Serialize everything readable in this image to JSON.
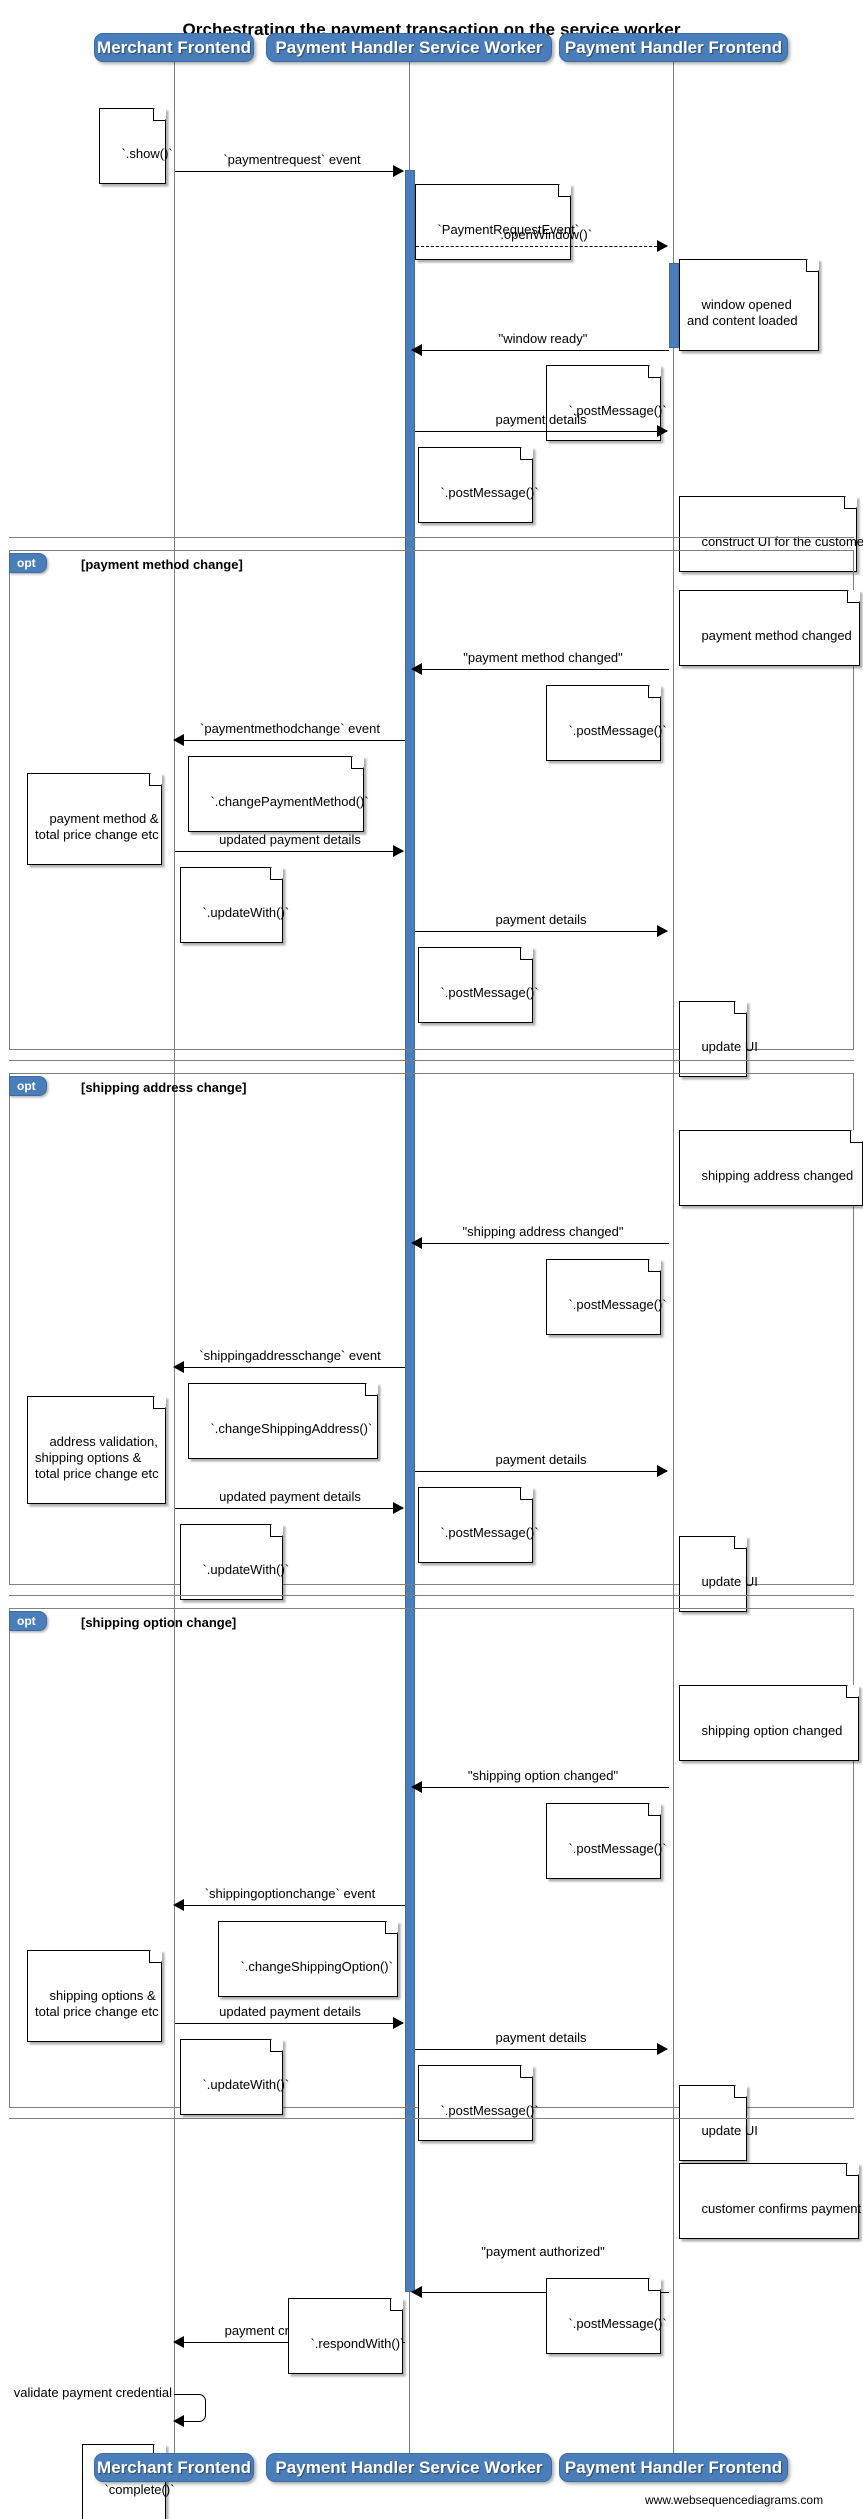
{
  "title": "Orchestrating the payment transaction on the service worker",
  "credit": "www.websequencediagrams.com",
  "colors": {
    "actor_fill": "#4a7ebb",
    "actor_stroke": "#3b6ba5",
    "lifeline": "#808080",
    "fragment_border": "#808080",
    "note_fill": "#ffffff",
    "line": "#000000"
  },
  "actors": [
    {
      "id": "merchant",
      "label": "Merchant Frontend"
    },
    {
      "id": "sw",
      "label": "Payment Handler Service Worker"
    },
    {
      "id": "phf",
      "label": "Payment Handler Frontend"
    }
  ],
  "actors_bottom": [
    {
      "id": "merchant",
      "label": "Merchant Frontend"
    },
    {
      "id": "sw",
      "label": "Payment Handler Service Worker"
    },
    {
      "id": "phf",
      "label": "Payment Handler Frontend"
    }
  ],
  "fragments": [
    {
      "id": "opt1",
      "keyword": "opt",
      "condition": "[payment method change]"
    },
    {
      "id": "opt2",
      "keyword": "opt",
      "condition": "[shipping address change]"
    },
    {
      "id": "opt3",
      "keyword": "opt",
      "condition": "[shipping option change]"
    }
  ],
  "messages": [
    {
      "id": "m1",
      "label": "`paymentrequest` event",
      "from": "merchant",
      "to": "sw",
      "style": "solid"
    },
    {
      "id": "m2",
      "label": "`.openWindow()`",
      "from": "sw",
      "to": "phf",
      "style": "dashed"
    },
    {
      "id": "m3",
      "label": "\"window ready\"",
      "from": "phf",
      "to": "sw",
      "style": "solid"
    },
    {
      "id": "m4",
      "label": "payment details",
      "from": "sw",
      "to": "phf",
      "style": "solid"
    },
    {
      "id": "m5",
      "label": "\"payment method changed\"",
      "from": "phf",
      "to": "sw",
      "style": "solid"
    },
    {
      "id": "m6",
      "label": "`paymentmethodchange` event",
      "from": "sw",
      "to": "merchant",
      "style": "solid"
    },
    {
      "id": "m7",
      "label": "updated payment details",
      "from": "merchant",
      "to": "sw",
      "style": "solid"
    },
    {
      "id": "m8",
      "label": "payment details",
      "from": "sw",
      "to": "phf",
      "style": "solid"
    },
    {
      "id": "m9",
      "label": "\"shipping address changed\"",
      "from": "phf",
      "to": "sw",
      "style": "solid"
    },
    {
      "id": "m10",
      "label": "`shippingaddresschange` event",
      "from": "sw",
      "to": "merchant",
      "style": "solid"
    },
    {
      "id": "m11",
      "label": "updated payment details",
      "from": "merchant",
      "to": "sw",
      "style": "solid"
    },
    {
      "id": "m12",
      "label": "payment details",
      "from": "sw",
      "to": "phf",
      "style": "solid"
    },
    {
      "id": "m13",
      "label": "\"shipping option changed\"",
      "from": "phf",
      "to": "sw",
      "style": "solid"
    },
    {
      "id": "m14",
      "label": "`shippingoptionchange` event",
      "from": "sw",
      "to": "merchant",
      "style": "solid"
    },
    {
      "id": "m15",
      "label": "updated payment details",
      "from": "merchant",
      "to": "sw",
      "style": "solid"
    },
    {
      "id": "m16",
      "label": "payment details",
      "from": "sw",
      "to": "phf",
      "style": "solid"
    },
    {
      "id": "m17",
      "label": "\"payment authorized\"",
      "from": "phf",
      "to": "sw",
      "style": "solid"
    },
    {
      "id": "m18",
      "label": "payment credential etc",
      "from": "sw",
      "to": "merchant",
      "style": "solid"
    },
    {
      "id": "m19",
      "label": "validate payment credential",
      "from": "merchant",
      "to": "merchant",
      "style": "self"
    }
  ],
  "notes": [
    {
      "id": "n1",
      "text": "`.show()`"
    },
    {
      "id": "n2",
      "text": "`PaymentRequestEvent`"
    },
    {
      "id": "n3",
      "text": "window opened\nand content loaded"
    },
    {
      "id": "n4",
      "text": "`.postMessage()`"
    },
    {
      "id": "n5",
      "text": "`.postMessage()`"
    },
    {
      "id": "n6",
      "text": "construct UI for the customer"
    },
    {
      "id": "n7",
      "text": "payment method changed"
    },
    {
      "id": "n8",
      "text": "`.postMessage()`"
    },
    {
      "id": "n9",
      "text": "`.changePaymentMethod()`"
    },
    {
      "id": "n10",
      "text": "payment method &\ntotal price change etc"
    },
    {
      "id": "n11",
      "text": "`.updateWith()`"
    },
    {
      "id": "n12",
      "text": "`.postMessage()`"
    },
    {
      "id": "n13",
      "text": "update UI"
    },
    {
      "id": "n14",
      "text": "shipping address changed"
    },
    {
      "id": "n15",
      "text": "`.postMessage()`"
    },
    {
      "id": "n16",
      "text": "`.changeShippingAddress()`"
    },
    {
      "id": "n17",
      "text": "address validation,\nshipping options &\ntotal price change etc"
    },
    {
      "id": "n18",
      "text": "`.updateWith()`"
    },
    {
      "id": "n19",
      "text": "`.postMessage()`"
    },
    {
      "id": "n20",
      "text": "update UI"
    },
    {
      "id": "n21",
      "text": "shipping option changed"
    },
    {
      "id": "n22",
      "text": "`.postMessage()`"
    },
    {
      "id": "n23",
      "text": "`.changeShippingOption()`"
    },
    {
      "id": "n24",
      "text": "shipping options &\ntotal price change etc"
    },
    {
      "id": "n25",
      "text": "`.updateWith()`"
    },
    {
      "id": "n26",
      "text": "`.postMessage()`"
    },
    {
      "id": "n27",
      "text": "update UI"
    },
    {
      "id": "n28",
      "text": "customer confirms payment"
    },
    {
      "id": "n29",
      "text": "`.postMessage()`"
    },
    {
      "id": "n30",
      "text": "`.respondWith()`"
    },
    {
      "id": "n31",
      "text": "`complete()`"
    }
  ]
}
